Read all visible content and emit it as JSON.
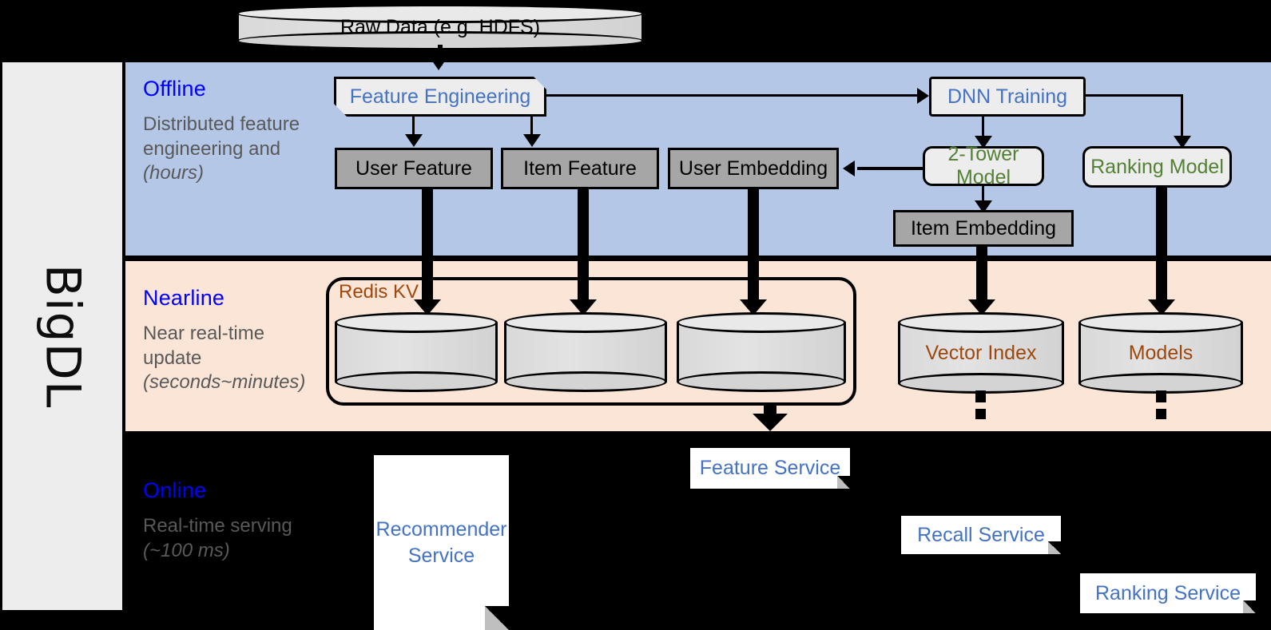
{
  "sidebar": {
    "label": "BigDL"
  },
  "stages": [
    {
      "name": "offline",
      "title": "Offline",
      "desc": "Distributed feature engineering and ",
      "desc_em": "(hours)"
    },
    {
      "name": "nearline",
      "title": "Nearline",
      "desc": "Near real-time update ",
      "desc_em": "(seconds~minutes)"
    },
    {
      "name": "online",
      "title": "Online",
      "desc": "Real-time serving ",
      "desc_em": "(~100 ms)"
    }
  ],
  "nodes": {
    "raw_data": "Raw Data (e.g. HDFS)",
    "feature_engineering": "Feature Engineering",
    "dnn_training": "DNN Training",
    "user_feature": "User Feature",
    "item_feature": "Item Feature",
    "user_embedding": "User Embedding",
    "two_tower_model": "2-Tower Model",
    "ranking_model": "Ranking Model",
    "item_embedding": "Item Embedding",
    "redis_kv": "Redis KV",
    "vector_index": "Vector Index",
    "models": "Models",
    "feature_service": "Feature Service",
    "recall_service": "Recall Service",
    "ranking_service": "Ranking Service",
    "recommender_service": "Recommender Service"
  },
  "colors": {
    "offline_panel": "#b4c7e7",
    "nearline_panel": "#fbe5d6",
    "online_panel": "#000000",
    "stage_title": "#0000ff",
    "stage_desc": "#595959",
    "blue_text": "#4472c4",
    "green_text": "#538135",
    "brown_text": "#9e480e",
    "grey_box": "#a6a6a6",
    "light_box": "#ededed",
    "sidebar": "#ededed"
  }
}
